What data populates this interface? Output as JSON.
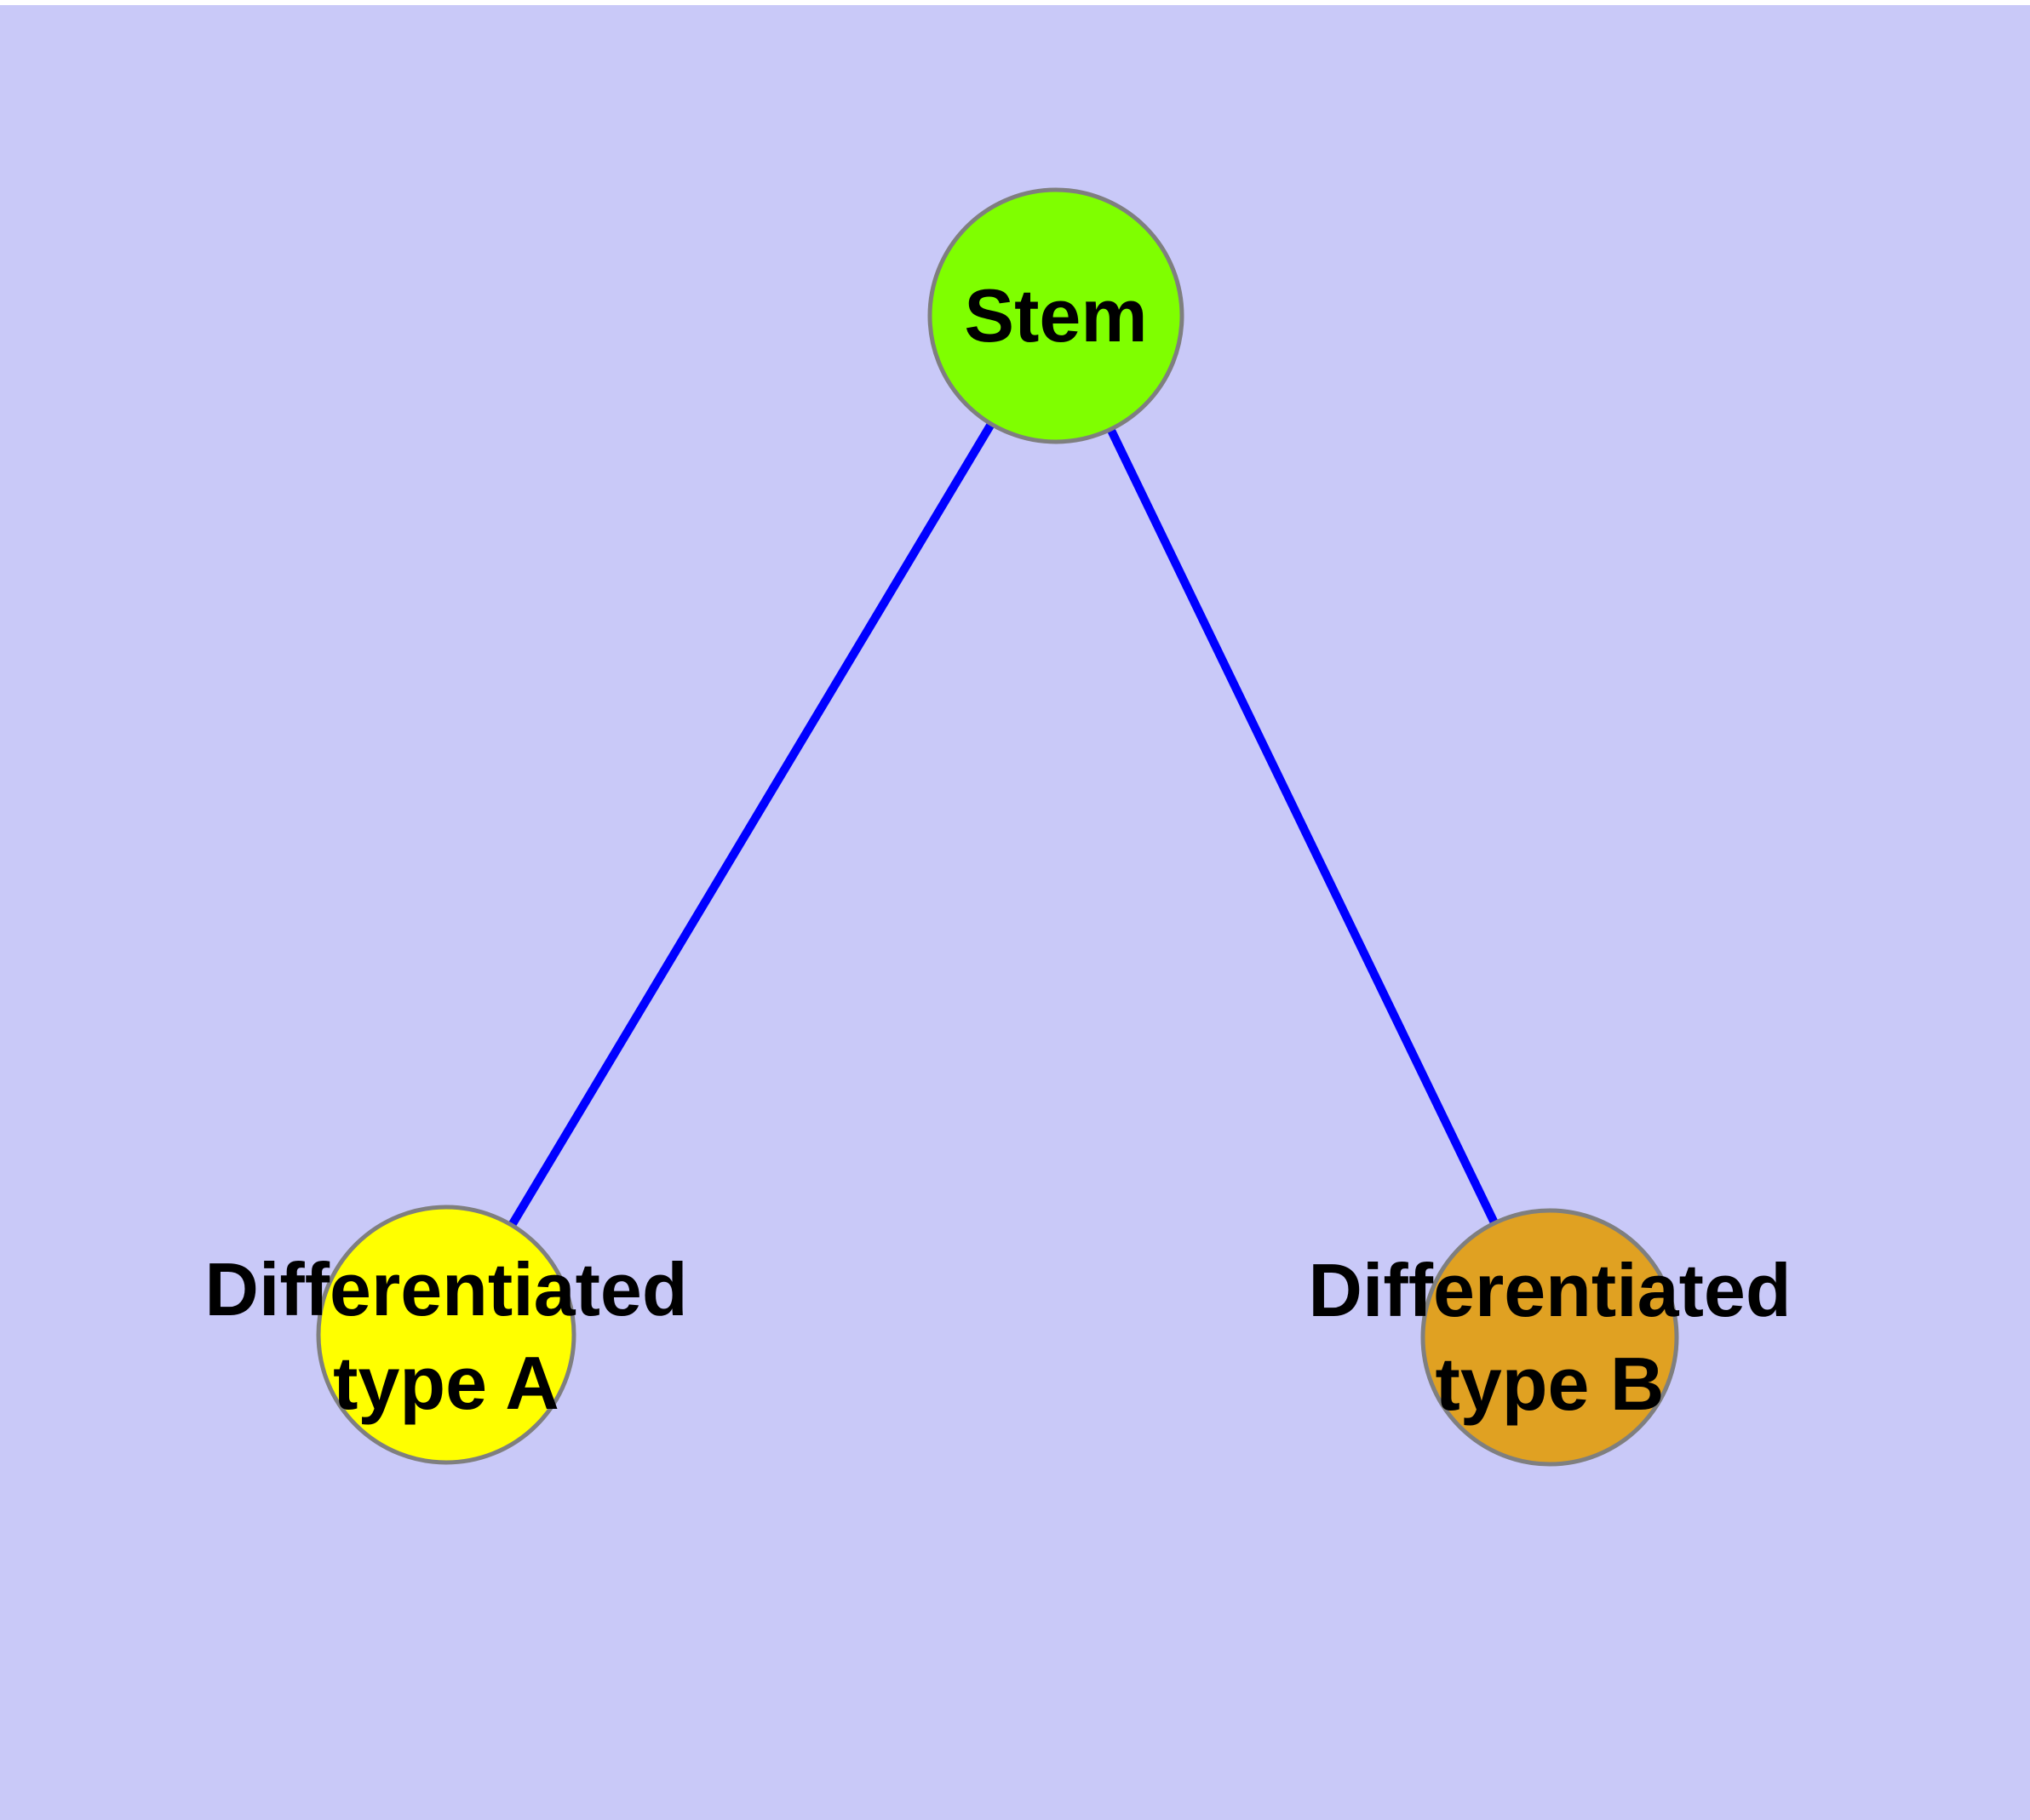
{
  "canvas": {
    "background_color": "#C9C9F8",
    "top_strip_color": "#FFFFFF"
  },
  "diagram": {
    "type": "node-link-graph",
    "edge_color": "#0000FF",
    "edge_width": "10",
    "node_border_color": "#7F7F7F",
    "node_border_width": "5",
    "nodes": [
      {
        "id": "stem",
        "label": "Stem",
        "fill": "#7FFF00"
      },
      {
        "id": "typeA",
        "label_line1": "Differentiated",
        "label_line2": "type A",
        "fill": "#FFFF00"
      },
      {
        "id": "typeB",
        "label_line1": "Differentiated",
        "label_line2": "type B",
        "fill": "#E0A122"
      }
    ],
    "edges": [
      {
        "from": "stem",
        "to": "typeA"
      },
      {
        "from": "stem",
        "to": "typeB"
      }
    ]
  }
}
